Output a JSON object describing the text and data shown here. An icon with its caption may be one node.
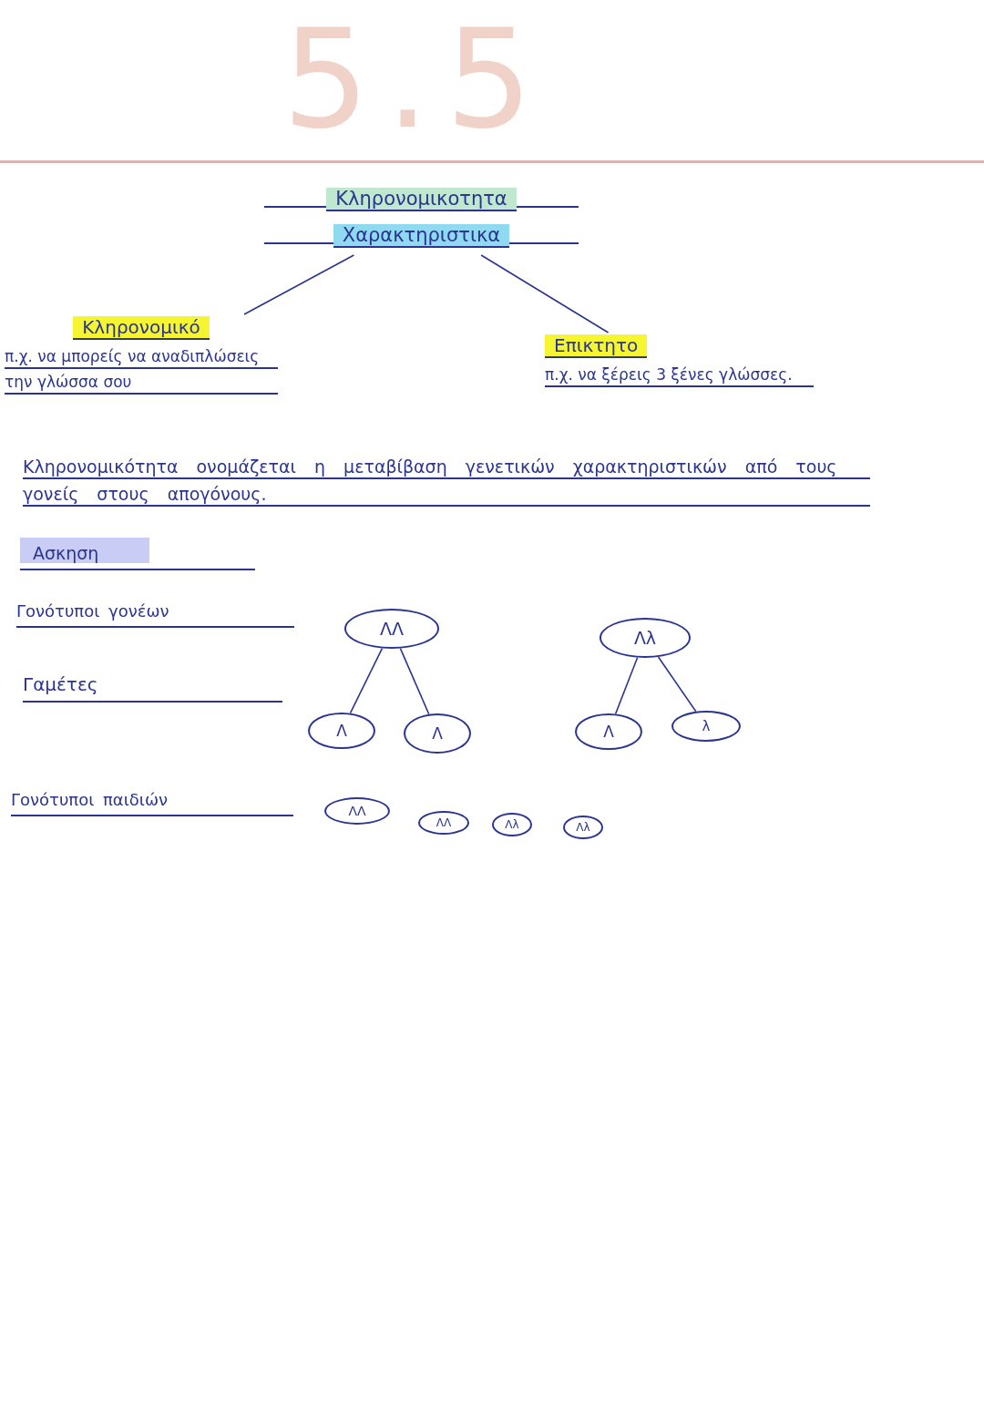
{
  "diagram": {
    "title": "5.5",
    "nodes": [
      {
        "text": [
          "Κληρονομικοτητα",
          "Χαρακτηριστικα"
        ]
      },
      {
        "text": [
          "Κληρονομικό",
          "π.χ. να μπορείς να αναδιπλώσεις την γλώσσα σου"
        ]
      },
      {
        "text": [
          "Επικτητο",
          "π.χ. να ξέρεις 3 ξένες γλώσσες."
        ]
      },
      {
        "text": [
          "ΛΛ"
        ]
      },
      {
        "text": [
          "Λλ"
        ]
      },
      {
        "text": [
          "Λ"
        ]
      },
      {
        "text": [
          "Λ"
        ]
      },
      {
        "text": [
          "Λ"
        ]
      },
      {
        "text": [
          "λ"
        ]
      },
      {
        "text": [
          "ΛΛ"
        ]
      },
      {
        "text": [
          "ΛΛ"
        ]
      },
      {
        "text": [
          "Λλ"
        ]
      },
      {
        "text": [
          "Λλ"
        ]
      }
    ],
    "edges": [
      {
        "from": 0,
        "to": 1,
        "arrow": "none"
      },
      {
        "from": 0,
        "to": 2,
        "arrow": "none"
      },
      {
        "from": 3,
        "to": 5,
        "arrow": "none"
      },
      {
        "from": 3,
        "to": 6,
        "arrow": "none"
      },
      {
        "from": 4,
        "to": 7,
        "arrow": "none"
      },
      {
        "from": 4,
        "to": 8,
        "arrow": "none"
      }
    ],
    "labels": [
      "Κληρονομικότητα ονομάζεται η μεταβίβαση γενετικών χαρακτηριστικών από τους γονείς στους απογόνους.",
      "Ασκηση",
      "Γονότυποι γονέων",
      "Γαμέτες",
      "Γονότυποι παιδιών"
    ]
  }
}
